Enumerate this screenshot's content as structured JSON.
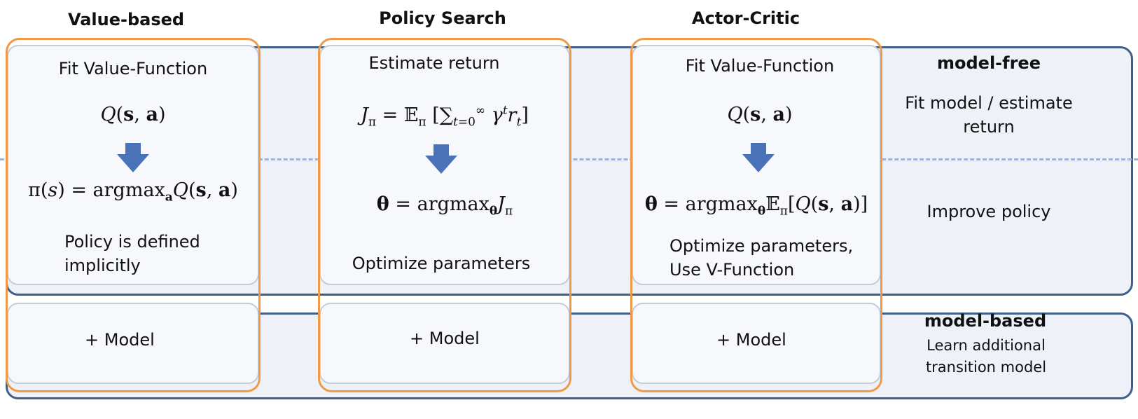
{
  "columns": [
    {
      "heading": "Value-based",
      "fit": "Fit Value-Function",
      "policy_note": "Policy is defined implicitly",
      "model": "+ Model"
    },
    {
      "heading": "Policy Search",
      "fit": "Estimate return",
      "policy_note": "Optimize parameters",
      "model": "+ Model"
    },
    {
      "heading": "Actor-Critic",
      "fit": "Fit Value-Function",
      "policy_note": "Optimize parameters, Use V-Function",
      "model": "+ Model"
    }
  ],
  "right": {
    "model_free_title": "model-free",
    "model_free_desc": "Fit model / estimate return",
    "improve": "Improve policy",
    "model_based_title": "model-based",
    "model_based_desc": "Learn additional transition model"
  },
  "formulas": {
    "q_func": "Q(s, a)",
    "j_pi": "Jπ = 𝔼π [∑t=0∞ γt rt]",
    "pi_argmax": "π(s) = argmaxa Q(s, a)",
    "theta_j": "θ = argmaxθ Jπ",
    "theta_q": "θ = argmaxθ 𝔼π[Q(s, a)]"
  },
  "colors": {
    "band_border": "#3e5f8a",
    "band_fill": "#eef1f8",
    "column_border": "#ee9a48",
    "arrow": "#4a72b8",
    "dashed": "#9bb3d8"
  }
}
